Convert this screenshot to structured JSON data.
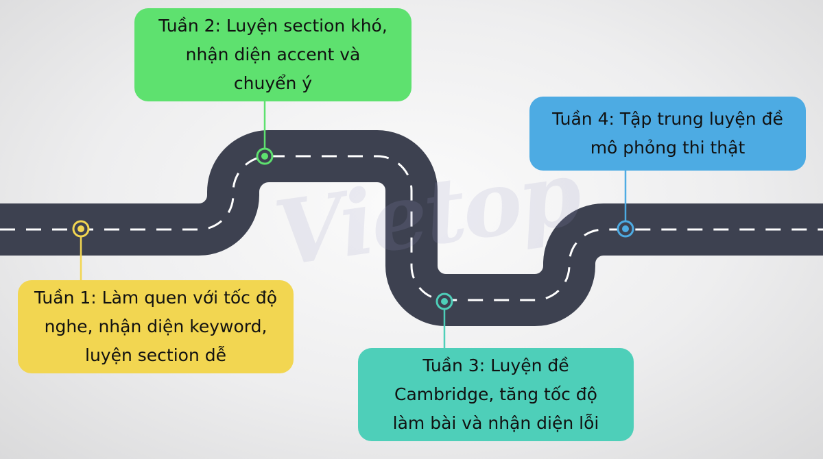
{
  "watermark": "Vietop",
  "colors": {
    "road": "#3d4150",
    "lane": "#ffffff",
    "week1": "#f2d651",
    "week2": "#5ee16f",
    "week3": "#4ecfb9",
    "week4": "#4dabe3"
  },
  "milestones": [
    {
      "lines": [
        "Tuần 1: Làm quen với tốc độ",
        "nghe, nhận diện keyword,",
        "luyện section dễ"
      ]
    },
    {
      "lines": [
        "Tuần 2: Luyện section khó,",
        "nhận diện accent và",
        "chuyển ý"
      ]
    },
    {
      "lines": [
        "Tuần 3: Luyện đề",
        "Cambridge, tăng tốc độ",
        "làm bài và nhận diện lỗi"
      ]
    },
    {
      "lines": [
        "Tuần 4: Tập trung luyện đề",
        "mô phỏng thi thật"
      ]
    }
  ]
}
